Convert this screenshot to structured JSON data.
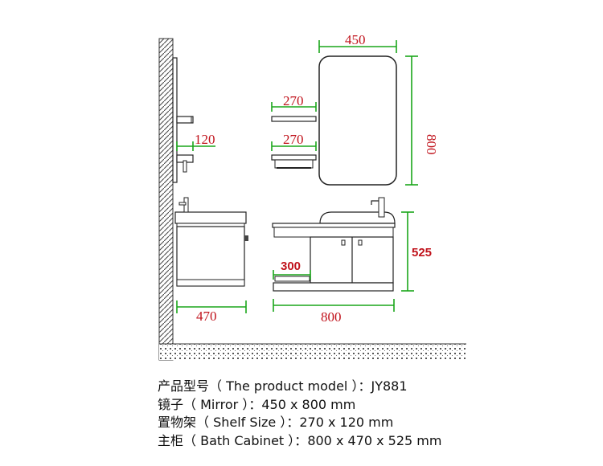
{
  "dimensions": {
    "mirror_width": "450",
    "mirror_height": "800",
    "shelf_top_width": "270",
    "shelf_bottom_width": "270",
    "side_shelf_depth": "120",
    "cabinet_height": "525",
    "inner_shelf": "300",
    "side_cabinet_depth": "470",
    "cabinet_width": "800"
  },
  "specs": [
    {
      "label": "产品型号（ The product model ）",
      "separator": "：",
      "value": "JY881"
    },
    {
      "label": "镜子（ Mirror ）",
      "separator": "：",
      "value": "450 x 800 mm"
    },
    {
      "label": "置物架（ Shelf Size ）",
      "separator": "：",
      "value": "270 x 120 mm"
    },
    {
      "label": "主柜（ Bath Cabinet ）",
      "separator": "：",
      "value": "800 x 470 x 525 mm"
    }
  ],
  "colors": {
    "dimension_text": "#c0121b",
    "dimension_line": "#1aa61a",
    "outline": "#222222"
  }
}
